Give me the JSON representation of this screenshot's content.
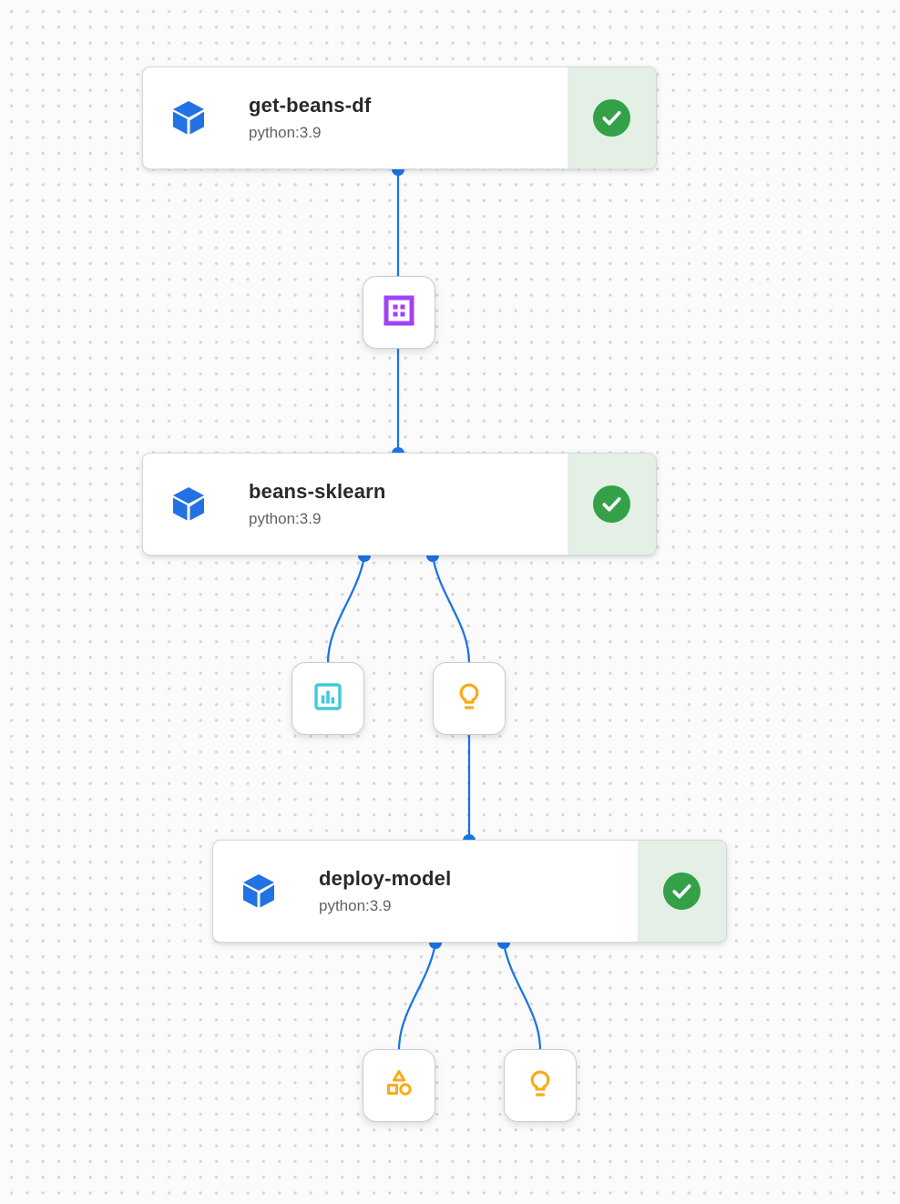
{
  "pipeline": {
    "nodes": [
      {
        "title": "get-beans-df",
        "subtitle": "python:3.9",
        "status": "succeeded",
        "icon": "component-cube-icon",
        "status_icon": "check-circle-icon"
      },
      {
        "title": "beans-sklearn",
        "subtitle": "python:3.9",
        "status": "succeeded",
        "icon": "component-cube-icon",
        "status_icon": "check-circle-icon"
      },
      {
        "title": "deploy-model",
        "subtitle": "python:3.9",
        "status": "succeeded",
        "icon": "component-cube-icon",
        "status_icon": "check-circle-icon"
      }
    ],
    "artifacts": [
      {
        "id": "dataset",
        "icon": "dataset-icon",
        "color": "#a142f4"
      },
      {
        "id": "metrics",
        "icon": "metrics-icon",
        "color": "#41c8de"
      },
      {
        "id": "model-1",
        "icon": "model-icon",
        "color": "#fbab18"
      },
      {
        "id": "artifact",
        "icon": "artifact-icon",
        "color": "#fbab18"
      },
      {
        "id": "model-2",
        "icon": "model-icon",
        "color": "#fbab18"
      }
    ],
    "colors": {
      "edge_blue": "#1a73e8",
      "component_blue": "#2272e3",
      "success_green": "#34a048",
      "success_panel_bg": "#e4f0e5",
      "dataset_purple": "#a142f4",
      "metrics_cyan": "#41c8de",
      "model_yellow": "#fbab18",
      "title_text": "#27292d",
      "subtitle_text": "#5f6368",
      "grid_dot": "#d7d7d7"
    }
  }
}
